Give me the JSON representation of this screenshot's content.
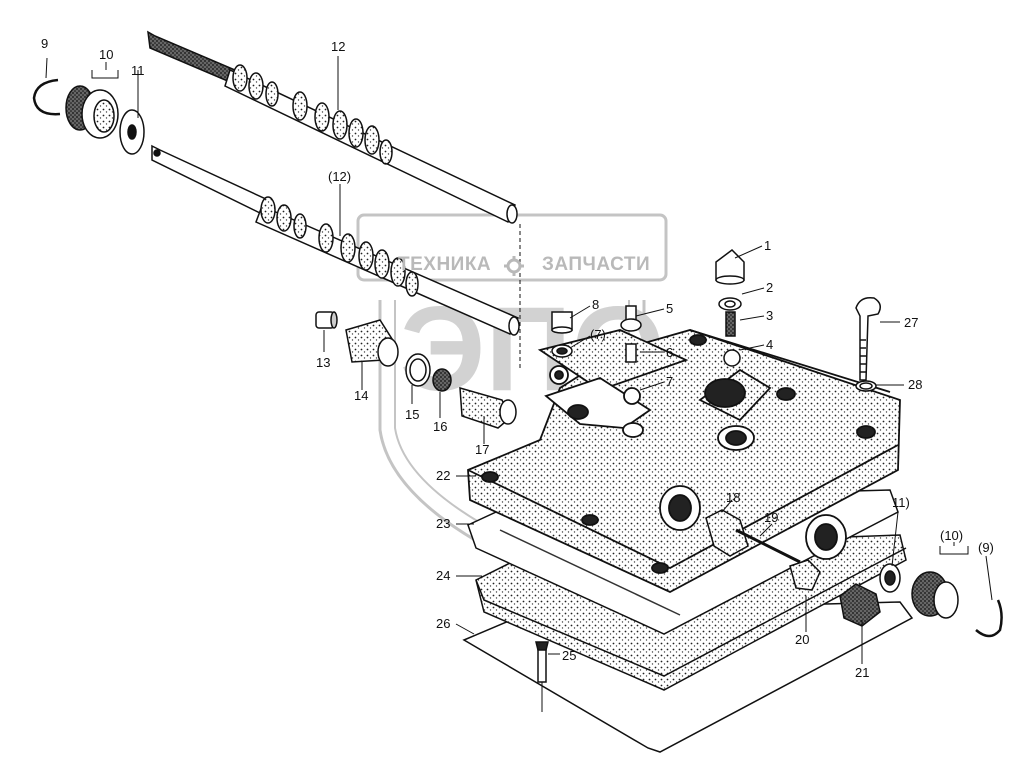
{
  "watermark": {
    "left_text": "ТЕХНИКА",
    "right_text": "ЗАПЧАСТИ",
    "gear_icon": "gear-icon"
  },
  "callouts": [
    {
      "id": "c9",
      "text": "9"
    },
    {
      "id": "c10",
      "text": "10"
    },
    {
      "id": "c11",
      "text": "11"
    },
    {
      "id": "c12",
      "text": "12"
    },
    {
      "id": "c12b",
      "text": "(12)"
    },
    {
      "id": "c1",
      "text": "1"
    },
    {
      "id": "c2",
      "text": "2"
    },
    {
      "id": "c3",
      "text": "3"
    },
    {
      "id": "c4",
      "text": "4"
    },
    {
      "id": "c5",
      "text": "5"
    },
    {
      "id": "c6",
      "text": "6"
    },
    {
      "id": "c7",
      "text": "(7)"
    },
    {
      "id": "c7b",
      "text": "7"
    },
    {
      "id": "c8",
      "text": "8"
    },
    {
      "id": "c13",
      "text": "13"
    },
    {
      "id": "c14",
      "text": "14"
    },
    {
      "id": "c15",
      "text": "15"
    },
    {
      "id": "c16",
      "text": "16"
    },
    {
      "id": "c17",
      "text": "17"
    },
    {
      "id": "c18",
      "text": "18"
    },
    {
      "id": "c19",
      "text": "19"
    },
    {
      "id": "c20",
      "text": "20"
    },
    {
      "id": "c21",
      "text": "21"
    },
    {
      "id": "c22",
      "text": "22"
    },
    {
      "id": "c23",
      "text": "23"
    },
    {
      "id": "c24",
      "text": "24"
    },
    {
      "id": "c25",
      "text": "25"
    },
    {
      "id": "c26",
      "text": "26"
    },
    {
      "id": "c27",
      "text": "27"
    },
    {
      "id": "c28",
      "text": "28"
    },
    {
      "id": "c11b",
      "text": "11)"
    },
    {
      "id": "c10b",
      "text": "(10)"
    },
    {
      "id": "c9b",
      "text": "(9)"
    }
  ]
}
